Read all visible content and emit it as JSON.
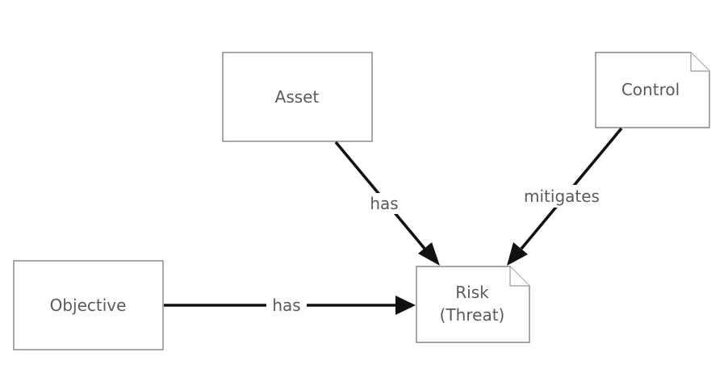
{
  "nodes": {
    "asset": {
      "label": "Asset"
    },
    "control": {
      "label": "Control"
    },
    "objective": {
      "label": "Objective"
    },
    "risk": {
      "label_line1": "Risk",
      "label_line2": "(Threat)"
    }
  },
  "edges": {
    "asset_to_risk": {
      "label": "has"
    },
    "control_to_risk": {
      "label": "mitigates"
    },
    "objective_to_risk": {
      "label": "has"
    }
  },
  "colors": {
    "node_border": "#6e6e6e",
    "text": "#5a5a5a",
    "edge": "#111111"
  }
}
